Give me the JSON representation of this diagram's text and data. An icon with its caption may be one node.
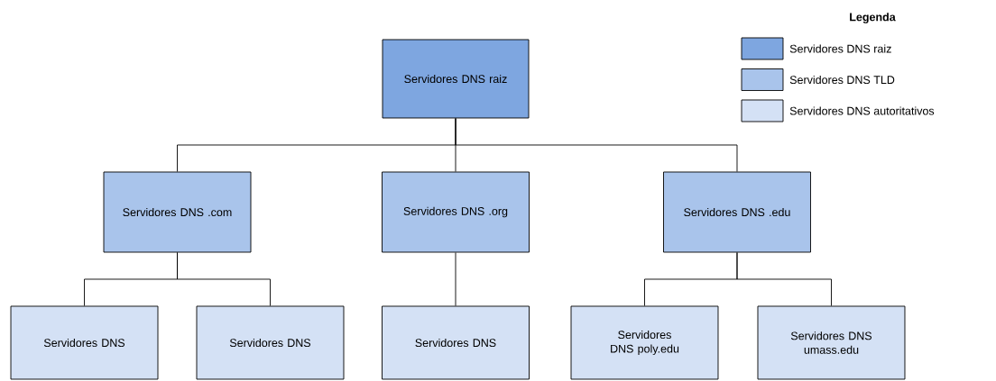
{
  "diagram": {
    "nodes": [
      {
        "text": [
          "Servidores DNS raiz"
        ]
      },
      {
        "text": [
          "Servidores DNS .com"
        ]
      },
      {
        "text": [
          "Servidores DNS .org"
        ]
      },
      {
        "text": [
          "Servidores DNS .edu"
        ]
      },
      {
        "text": [
          "Servidores DNS"
        ]
      },
      {
        "text": [
          "Servidores DNS"
        ]
      },
      {
        "text": [
          "Servidores DNS"
        ]
      },
      {
        "text": [
          "Servidores DNS poly.edu"
        ]
      },
      {
        "text": [
          "Servidores DNS umass.edu"
        ]
      }
    ],
    "edges": [
      {
        "from": 0,
        "to": 1,
        "arrow": "none"
      },
      {
        "from": 0,
        "to": 2,
        "arrow": "none"
      },
      {
        "from": 0,
        "to": 3,
        "arrow": "none"
      },
      {
        "from": 1,
        "to": 4,
        "arrow": "none"
      },
      {
        "from": 1,
        "to": 5,
        "arrow": "none"
      },
      {
        "from": 2,
        "to": 6,
        "arrow": "none"
      },
      {
        "from": 3,
        "to": 7,
        "arrow": "none"
      },
      {
        "from": 3,
        "to": 8,
        "arrow": "none"
      }
    ],
    "labels": [
      "Legenda"
    ],
    "legend": [
      {
        "text": "Servidores DNS raiz",
        "color": "#7ea6e0"
      },
      {
        "text": "Servidores DNS TLD",
        "color": "#a9c4eb"
      },
      {
        "text": "Servidores DNS autoritativos",
        "color": "#d4e1f5"
      }
    ]
  }
}
